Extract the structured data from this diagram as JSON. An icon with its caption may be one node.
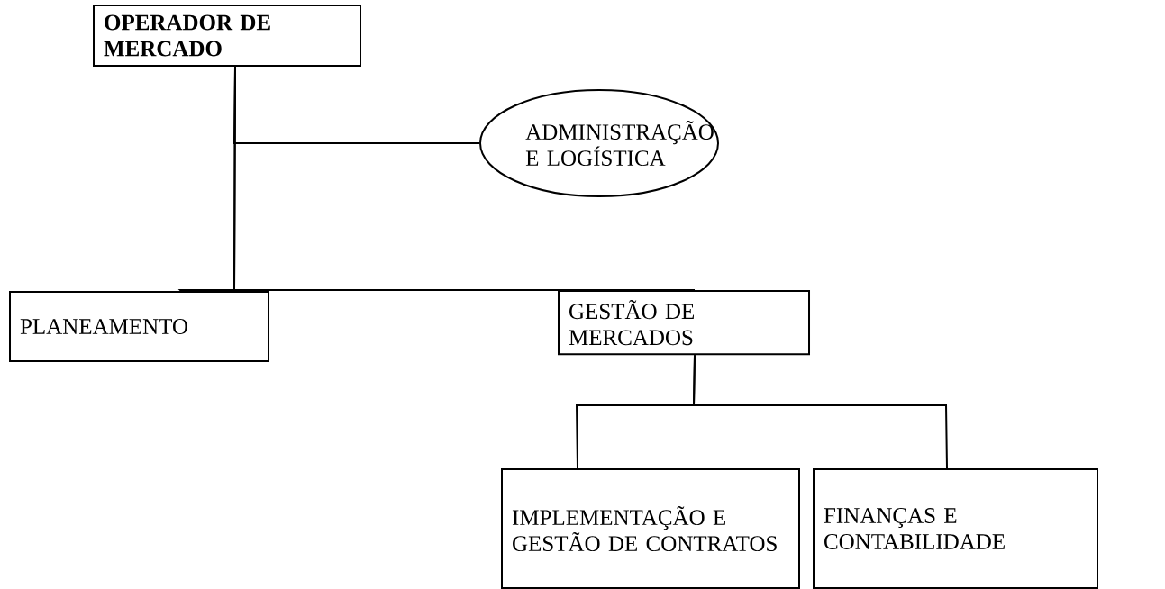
{
  "diagram": {
    "nodes": [
      {
        "text": [
          "OPERADOR DE MERCADO"
        ]
      },
      {
        "text": [
          "ADMINISTRAÇÃO E LOGÍSTICA"
        ]
      },
      {
        "text": [
          "PLANEAMENTO"
        ]
      },
      {
        "text": [
          "GESTÃO DE MERCADOS"
        ]
      },
      {
        "text": [
          "IMPLEMENTAÇÃO E GESTÃO DE CONTRATOS"
        ]
      },
      {
        "text": [
          "FINANÇAS E CONTABILIDADE"
        ]
      }
    ],
    "edges": [
      {
        "from": 0,
        "to": 1,
        "arrow": "none"
      },
      {
        "from": 0,
        "to": 2,
        "arrow": "none"
      },
      {
        "from": 0,
        "to": 3,
        "arrow": "none"
      },
      {
        "from": 3,
        "to": 4,
        "arrow": "none"
      },
      {
        "from": 3,
        "to": 5,
        "arrow": "none"
      }
    ]
  }
}
